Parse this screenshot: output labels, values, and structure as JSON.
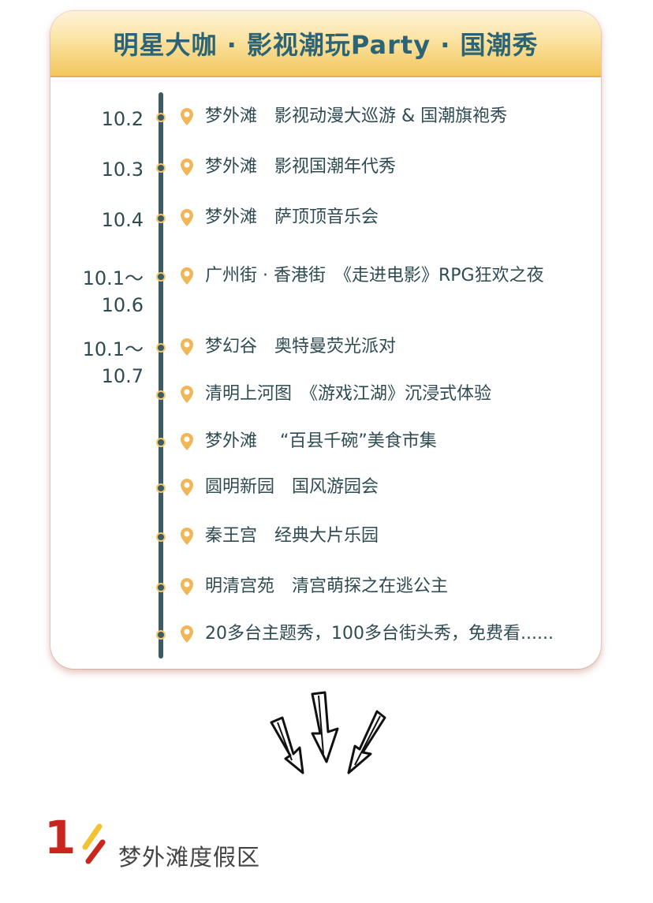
{
  "header": {
    "title": "明星大咖 · 影视潮玩Party · 国潮秀"
  },
  "events": [
    {
      "date": "10.2",
      "text": "梦外滩　影视动漫大巡游 & 国潮旗袍秀"
    },
    {
      "date": "10.3",
      "text": "梦外滩　影视国潮年代秀"
    },
    {
      "date": "10.4",
      "text": "梦外滩　萨顶顶音乐会"
    },
    {
      "date": "10.1～\n10.6",
      "text": "广州街 · 香港街　《走进电影》RPG狂欢之夜"
    },
    {
      "date": "10.1～\n10.7",
      "text": "梦幻谷　奥特曼荧光派对"
    },
    {
      "date": "",
      "text": "清明上河图　《游戏江湖》沉浸式体验"
    },
    {
      "date": "",
      "text": "梦外滩　 “百县千碗”美食市集"
    },
    {
      "date": "",
      "text": "圆明新园　国风游园会"
    },
    {
      "date": "",
      "text": "秦王宫　经典大片乐园"
    },
    {
      "date": "",
      "text": "明清宫苑　清宫萌探之在逃公主"
    },
    {
      "date": "",
      "text": "20多台主题秀，100多台街头秀，免费看......"
    }
  ],
  "section": {
    "number": "1",
    "title": "梦外滩度假区"
  },
  "colors": {
    "accent": "#2c6476",
    "gold": "#f2c65c",
    "red": "#c9261d",
    "pin": "#f0b75a"
  },
  "icons": {
    "pin": "location-pin-icon",
    "arrows": "down-arrows-icon",
    "slashes": "slash-decoration-icon"
  }
}
